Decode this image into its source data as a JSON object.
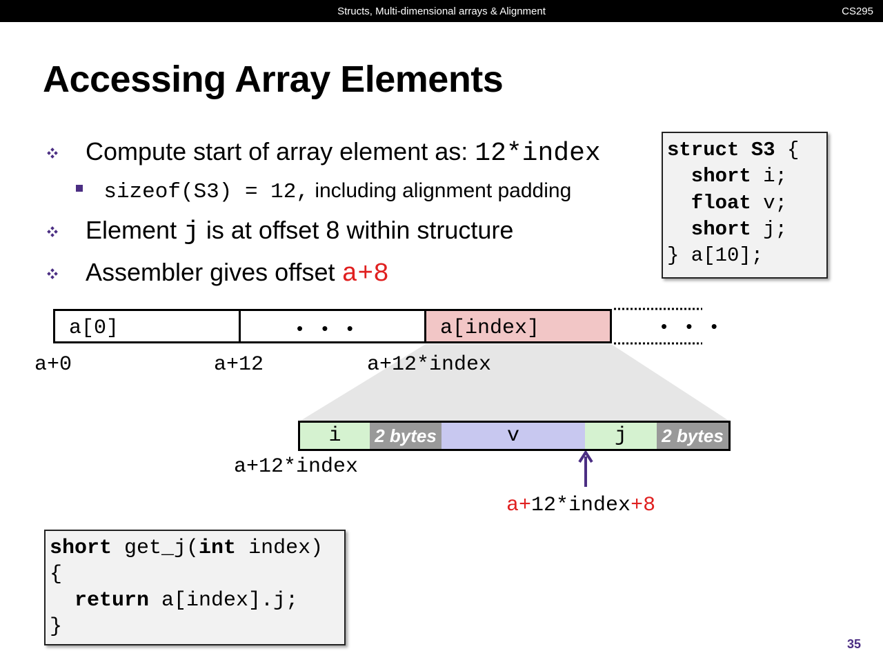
{
  "header": {
    "title": "Structs, Multi-dimensional arrays & Alignment",
    "course": "CS295"
  },
  "slide_title": "Accessing Array Elements",
  "bullets": {
    "b1_text": "Compute start of array element as: ",
    "b1_code": "12*index",
    "sub1_code": "sizeof(S3) = 12,",
    "sub1_text": " including alignment padding",
    "b2_pre": "Element ",
    "b2_code": "j",
    "b2_post": " is at offset 8 within structure",
    "b3_text": "Assembler gives offset ",
    "b3_code": "a+8"
  },
  "struct_code": {
    "l1_kw": "struct S3",
    "l1_rest": " {",
    "l2_kw": "  short",
    "l2_rest": " i;",
    "l3_kw": "  float",
    "l3_rest": " v;",
    "l4_kw": "  short",
    "l4_rest": " j;",
    "l5": "} a[10];"
  },
  "array_strip": {
    "cell0": "a[0]",
    "ellipsis": "• • •",
    "cell_index": "a[index]",
    "ellipsis_right": "• • •",
    "off0": "a+0",
    "off12": "a+12",
    "off_index": "a+12*index"
  },
  "struct_layout": {
    "i": "i",
    "pad1": "2 bytes",
    "v": "v",
    "j": "j",
    "pad2": "2 bytes",
    "base_label": "a+12*index",
    "target_pre": "a",
    "target_plus1": "+",
    "target_mid": "12*index",
    "target_plus8": "+8"
  },
  "func_code": {
    "l1_kw1": "short",
    "l1_mid": " get_j(",
    "l1_kw2": "int",
    "l1_rest": " index)",
    "l2": "{",
    "l3_kw": "  return",
    "l3_rest": " a[index].j;",
    "l4": "}"
  },
  "page_number": "35",
  "colors": {
    "accent": "#4b2e83",
    "highlight_red": "#e02020",
    "index_cell": "#f2c6c6",
    "short_field": "#d5f2d0",
    "float_field": "#c8c8f0",
    "padding": "#999999"
  }
}
